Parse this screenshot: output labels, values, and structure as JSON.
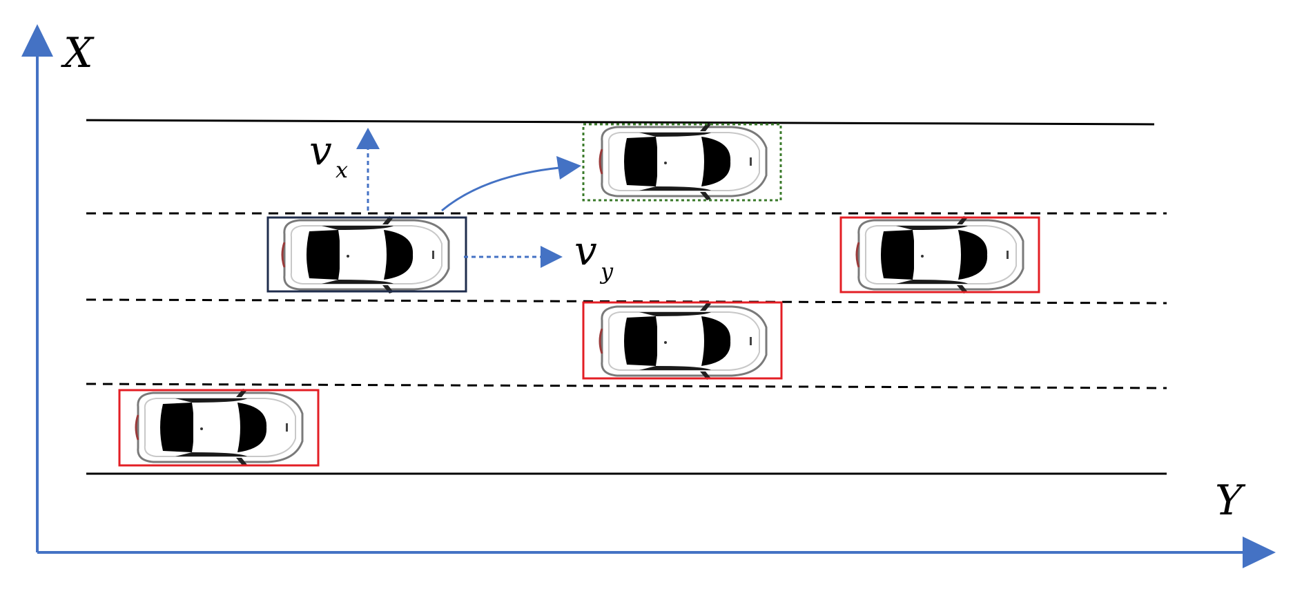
{
  "axes": {
    "x_label": "X",
    "y_label": "Y",
    "color": "#4472C4"
  },
  "labels": {
    "vx_main": "v",
    "vx_sub": "x",
    "vy_main": "v",
    "vy_sub": "y"
  },
  "colors": {
    "ego_box": "#1F2D4D",
    "neighbor_box": "#E31E24",
    "target_box": "#3A7A2A",
    "arrow": "#4472C4",
    "road": "#000000"
  },
  "vehicles": [
    {
      "id": "ego",
      "role": "ego-vehicle",
      "box": "solid-navy"
    },
    {
      "id": "target",
      "role": "target-position",
      "box": "dotted-green"
    },
    {
      "id": "front-right",
      "role": "surrounding-vehicle",
      "box": "solid-red"
    },
    {
      "id": "middle-lane",
      "role": "surrounding-vehicle",
      "box": "solid-red"
    },
    {
      "id": "bottom-left",
      "role": "surrounding-vehicle",
      "box": "solid-red"
    }
  ]
}
